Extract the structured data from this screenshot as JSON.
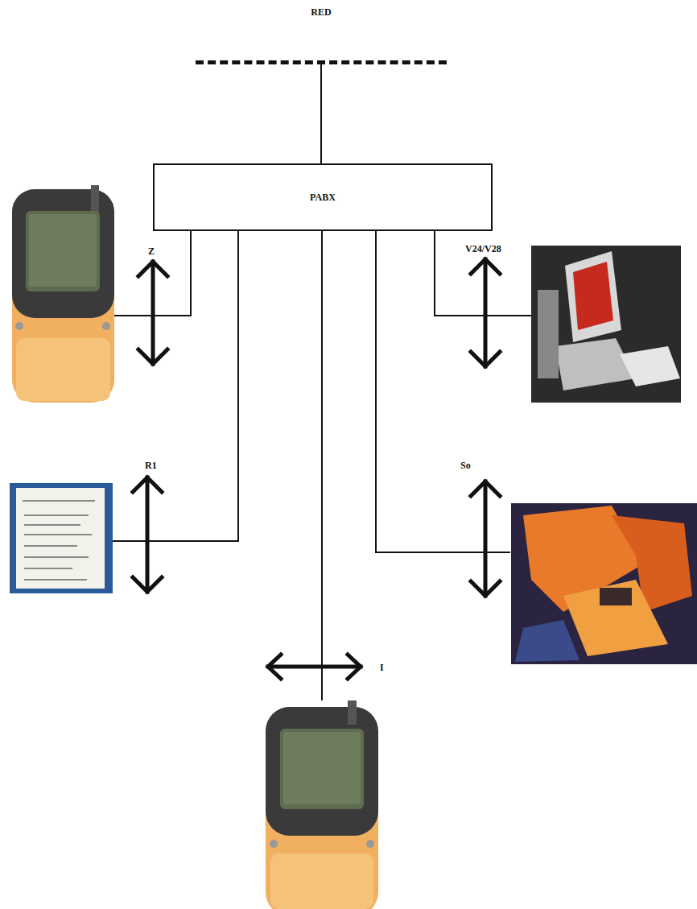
{
  "diagram": {
    "nodes": [
      {
        "text": [
          "RED"
        ]
      },
      {
        "text": [
          "PABX"
        ]
      }
    ],
    "edges": [
      {
        "from": 0,
        "to": 1,
        "arrow": "none"
      }
    ],
    "labels": [
      "Z",
      "V24/V28",
      "R1",
      "So",
      "I"
    ]
  }
}
